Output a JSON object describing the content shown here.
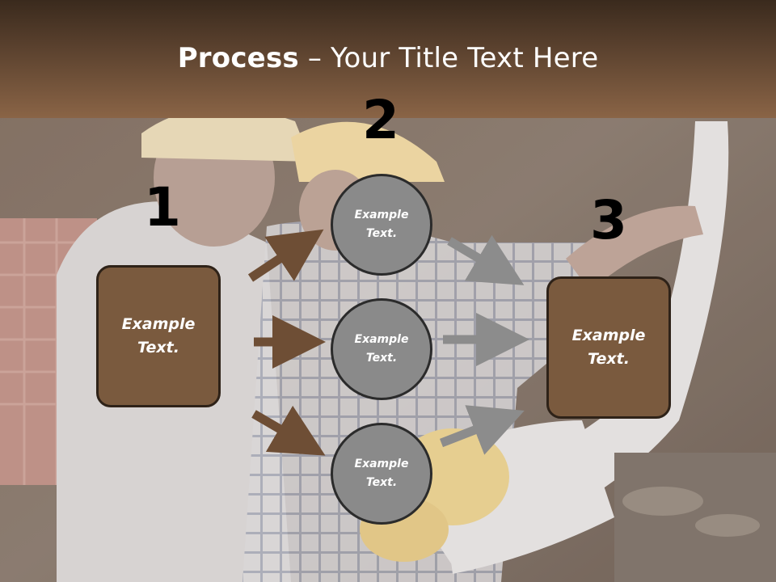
{
  "title": {
    "bold": "Process",
    "rest": " – Your Title Text Here"
  },
  "steps": {
    "one": "1",
    "two": "2",
    "three": "3"
  },
  "left_box": {
    "label": "Example Text."
  },
  "right_box": {
    "label": "Example Text."
  },
  "circles": [
    {
      "label": "Example Text."
    },
    {
      "label": "Example Text."
    },
    {
      "label": "Example Text."
    }
  ],
  "colors": {
    "box_fill": "#7a5a3e",
    "circle_fill": "#8a8a8a",
    "arrow_left": "#6e4e35",
    "arrow_right": "#8c8c8c",
    "title_bar": "#5e4430"
  }
}
